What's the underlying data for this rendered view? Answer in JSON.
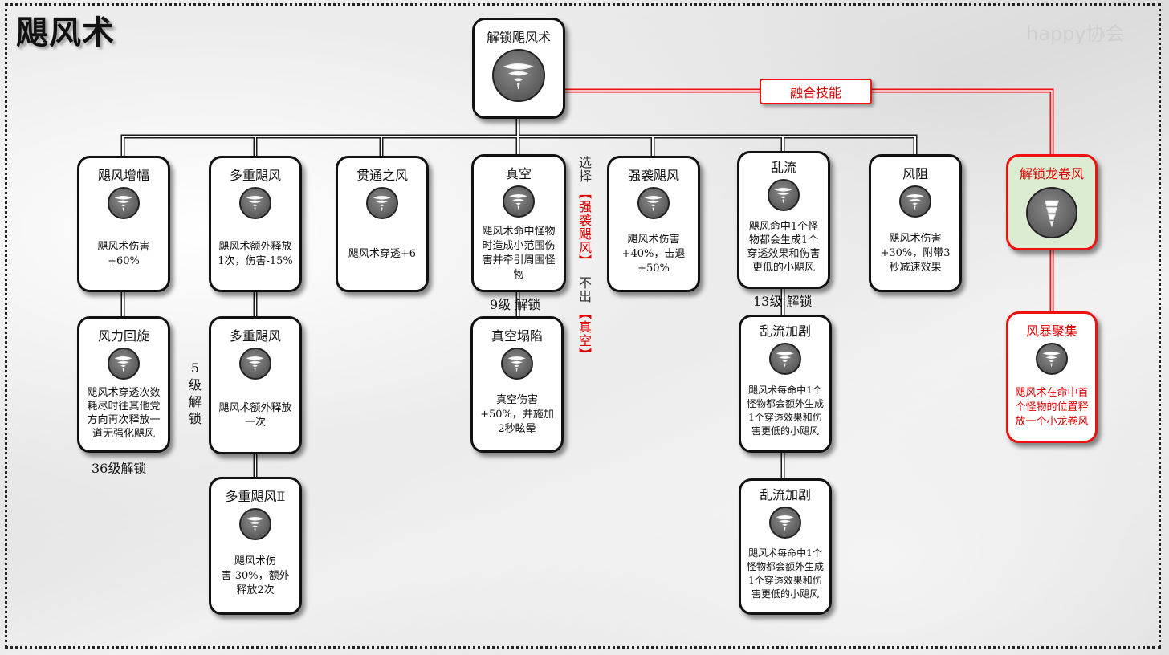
{
  "title": "飓风术",
  "watermark": "happy协会",
  "fusion_label": "融合技能",
  "choice_note": {
    "prefix": "选择",
    "red1": "【强袭飓风】",
    "middle": "不出",
    "red2": "【真空】"
  },
  "nodes": {
    "root": {
      "title": "解锁飓风术"
    },
    "n1": {
      "title": "飓风增幅",
      "desc": "飓风术伤害+60%"
    },
    "n1b": {
      "title": "风力回旋",
      "desc": "飓风术穿透次数耗尽时往其他党方向再次释放一道无强化飓风"
    },
    "n2": {
      "title": "多重飓风",
      "desc": "飓风术额外释放1次，伤害-15%"
    },
    "n2b": {
      "title": "多重飓风",
      "desc": "飓风术额外释放一次"
    },
    "n2c": {
      "title": "多重飓风Ⅱ",
      "desc": "飓风术伤害-30%，额外释放2次"
    },
    "n3": {
      "title": "贯通之风",
      "desc": "飓风术穿透+6"
    },
    "n4": {
      "title": "真空",
      "desc": "飓风术命中怪物时造成小范围伤害并牵引周围怪物"
    },
    "n4b": {
      "title": "真空塌陷",
      "desc": "真空伤害+50%，并施加2秒眩晕"
    },
    "n5": {
      "title": "强袭飓风",
      "desc": "飓风术伤害+40%，击退+50%"
    },
    "n6": {
      "title": "乱流",
      "desc": "飓风命中1个怪物都会生成1个穿透效果和伤害更低的小飓风"
    },
    "n6b": {
      "title": "乱流加剧",
      "desc": "飓风术每命中1个怪物都会额外生成1个穿透效果和伤害更低的小飓风"
    },
    "n6c": {
      "title": "乱流加剧",
      "desc": "飓风术每命中1个怪物都会额外生成1个穿透效果和伤害更低的小飓风"
    },
    "n7": {
      "title": "风阻",
      "desc": "飓风术伤害+30%，附带3秒减速效果"
    },
    "fusion": {
      "title": "解锁龙卷风"
    },
    "fusion_child": {
      "title": "风暴聚集",
      "desc": "飓风术在命中首个怪物的位置释放一个小龙卷风"
    }
  },
  "unlocks": {
    "lv36": "36级解锁",
    "lv5": "5级解锁",
    "lv9": "9级 解锁",
    "lv13": "13级 解锁"
  },
  "colors": {
    "accent_red": "#e11111",
    "fusion_bg": "#dcecd2",
    "border": "#111111"
  }
}
